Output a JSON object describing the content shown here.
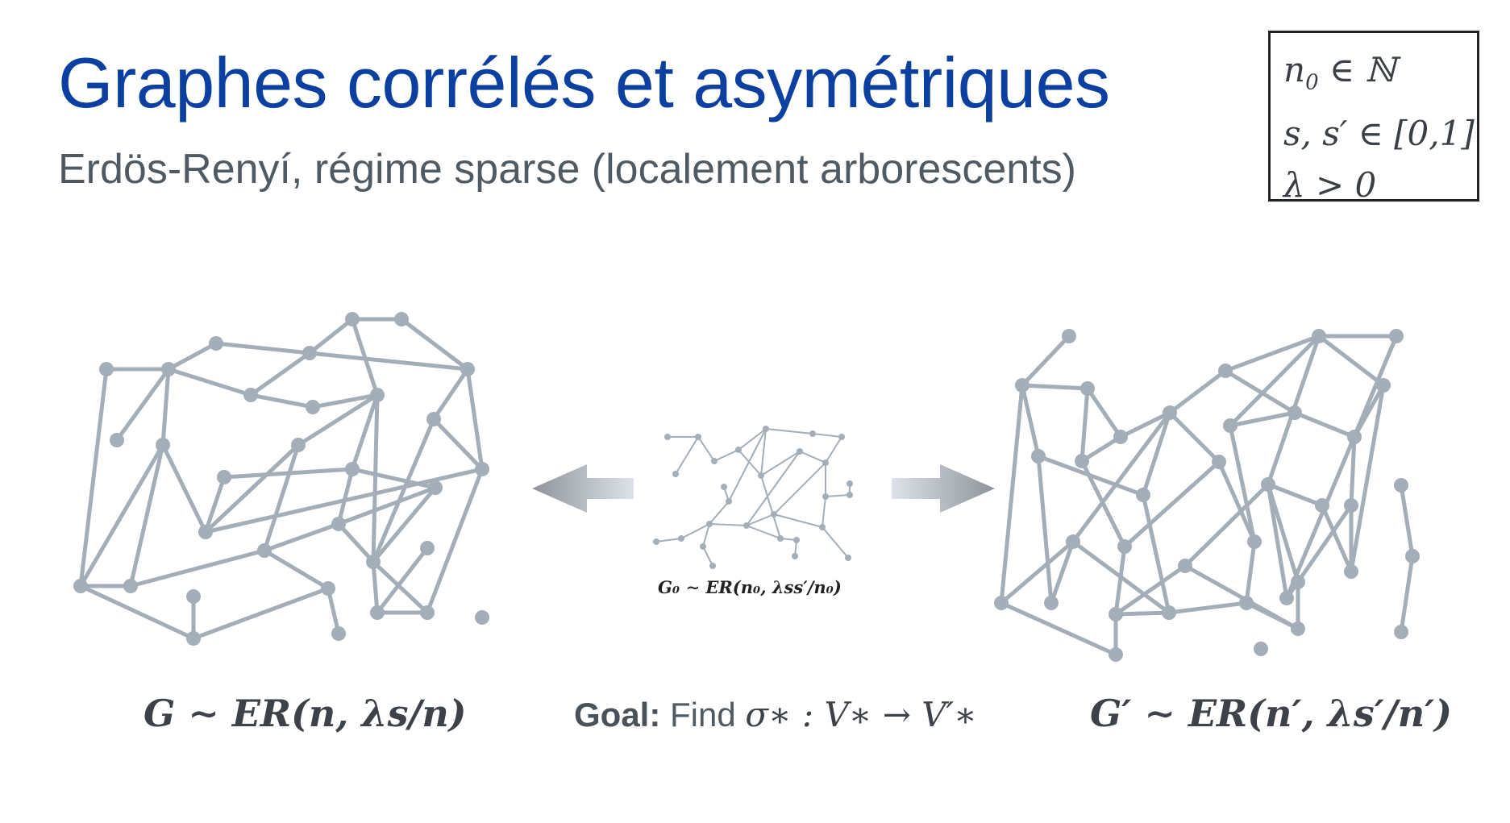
{
  "slide": {
    "title": "Graphes corrélés et asymétriques",
    "subtitle": "Erdös-Renyí, régime sparse (localement arborescents)"
  },
  "parameters": {
    "line1_var": "n",
    "line1_sub": "0",
    "line1_rest": " ∈ ℕ",
    "line2": "s, s′ ∈ [0,1]",
    "line3": "λ > 0"
  },
  "captions": {
    "left_graph": "G ∼ ER(n, λs/n)",
    "center_graph": "G₀ ∼ ER(n₀, λss′/n₀)",
    "right_graph": "G′ ∼ ER(n′, λs′/n′)",
    "goal_label": "Goal:",
    "goal_text": " Find ",
    "goal_math": "σ∗ : V∗ → V′∗"
  },
  "colors": {
    "title": "#0b3fa0",
    "subtitle": "#505a62",
    "graph_node": "#a3aeb8",
    "graph_edge": "#a3aeb8",
    "arrow": "#9ea4ab"
  },
  "icons": {
    "left_arrow": "arrow-left-icon",
    "right_arrow": "arrow-right-icon"
  }
}
